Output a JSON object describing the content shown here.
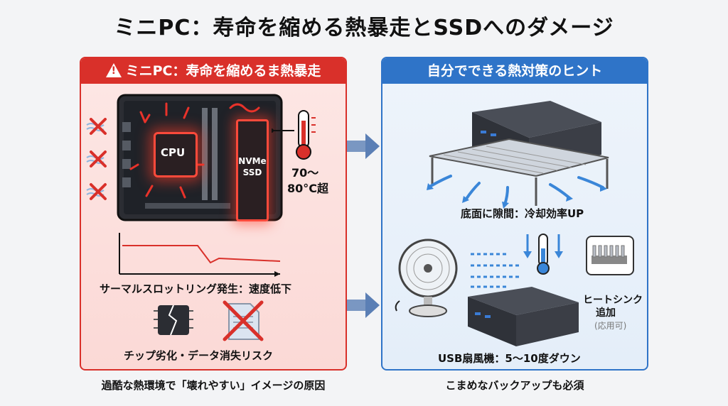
{
  "title": "ミニPC：寿命を縮める熱暴走とSSDへのダメージ",
  "left": {
    "header": "ミニPC：寿命を縮めるま熱暴走",
    "cpu_label": "CPU",
    "ssd_label_1": "NVMe",
    "ssd_label_2": "SSD",
    "temp_1": "70〜",
    "temp_2": "80°C超",
    "throttle_caption": "サーマルスロットリング発生：速度低下",
    "risk_caption": "チップ劣化・データ消失リスク",
    "footer": "過酷な熱環境で「壊れやすい」イメージの原因"
  },
  "right": {
    "header": "自分でできる熱対策のヒント",
    "stand_caption": "底面に隙間：冷却効率UP",
    "heatsink_1": "ヒートシンク",
    "heatsink_2": "追加",
    "heatsink_note": "(応用可)",
    "fan_caption": "USB扇風機：5〜10度ダウン",
    "footer": "こまめなバックアップも必須"
  },
  "colors": {
    "danger": "#d9302a",
    "info": "#2f74c8",
    "arrow": "#5b7fb5"
  }
}
